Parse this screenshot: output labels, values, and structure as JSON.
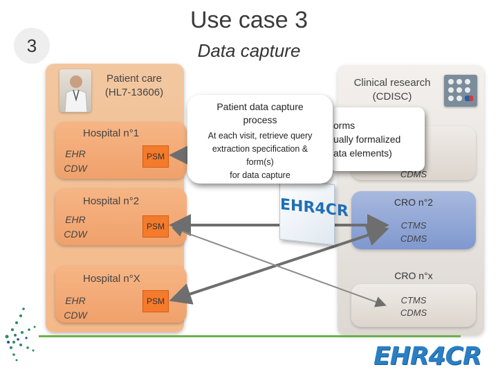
{
  "badge": "3",
  "title": "Use case 3",
  "subtitle": "Data capture",
  "left_column": {
    "heading_line1": "Patient care",
    "heading_line2": "(HL7-13606)",
    "hospitals": [
      {
        "name": "Hospital n°1",
        "sys1": "EHR",
        "sys2": "CDW",
        "psm": "PSM"
      },
      {
        "name": "Hospital n°2",
        "sys1": "EHR",
        "sys2": "CDW",
        "psm": "PSM"
      },
      {
        "name": "Hospital n°X",
        "sys1": "EHR",
        "sys2": "CDW",
        "psm": "PSM"
      }
    ]
  },
  "right_column": {
    "heading_line1": "Clinical research",
    "heading_line2": "(CDISC)",
    "cros": [
      {
        "name": "",
        "sys1": "",
        "sys2": "CDMS"
      },
      {
        "name": "CRO n°2",
        "sys1": "CTMS",
        "sys2": "CDMS"
      },
      {
        "name": "CRO n°x",
        "sys1": "CTMS",
        "sys2": "CDMS"
      }
    ]
  },
  "callout": {
    "title_line1": "Patient data capture",
    "title_line2": "process",
    "body_line1": "At each visit, retrieve query",
    "body_line2": "extraction specification &",
    "body_line3": "form(s)",
    "body_line4": "for data capture"
  },
  "callout_back": {
    "line1": "orms",
    "line2": "ually formalized",
    "line3": "ata elements)"
  },
  "logo": "EHR4CR",
  "colors": {
    "accent_orange": "#f47a2c",
    "cro_blue": "#8ea5d6",
    "arrow": "#6e6e6e",
    "green_line": "#6ab04c",
    "logo_blue": "#1f6fb6"
  }
}
